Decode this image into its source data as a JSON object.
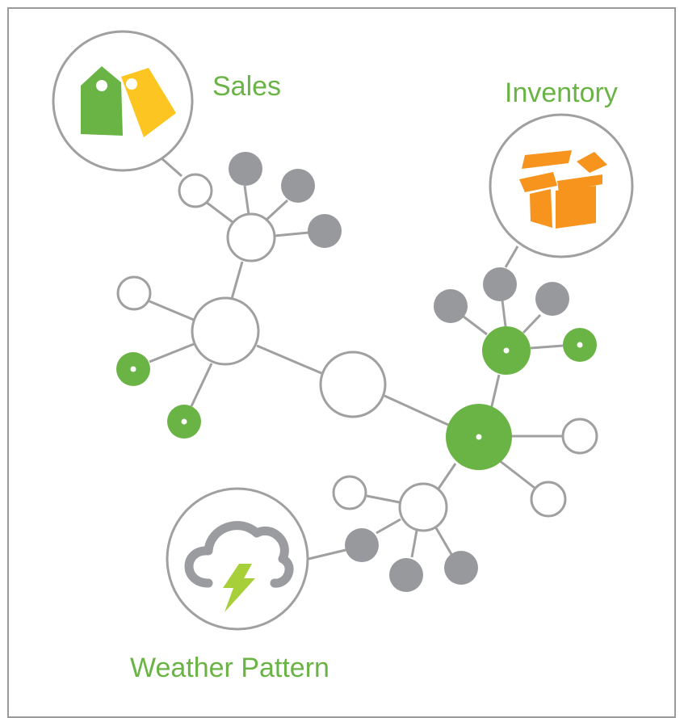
{
  "labels": {
    "sales": "Sales",
    "inventory": "Inventory",
    "weather": "Weather Pattern"
  },
  "colors": {
    "green": "#6ab345",
    "gray_node": "#97999c",
    "line": "#a0a0a0",
    "yellow_tag": "#fcc521",
    "orange_box": "#f7941d",
    "lightning": "#a7cf3a",
    "cloud": "#9a9ca0"
  },
  "icons": {
    "sales": "price-tags-icon",
    "inventory": "open-box-icon",
    "weather": "storm-cloud-icon"
  }
}
